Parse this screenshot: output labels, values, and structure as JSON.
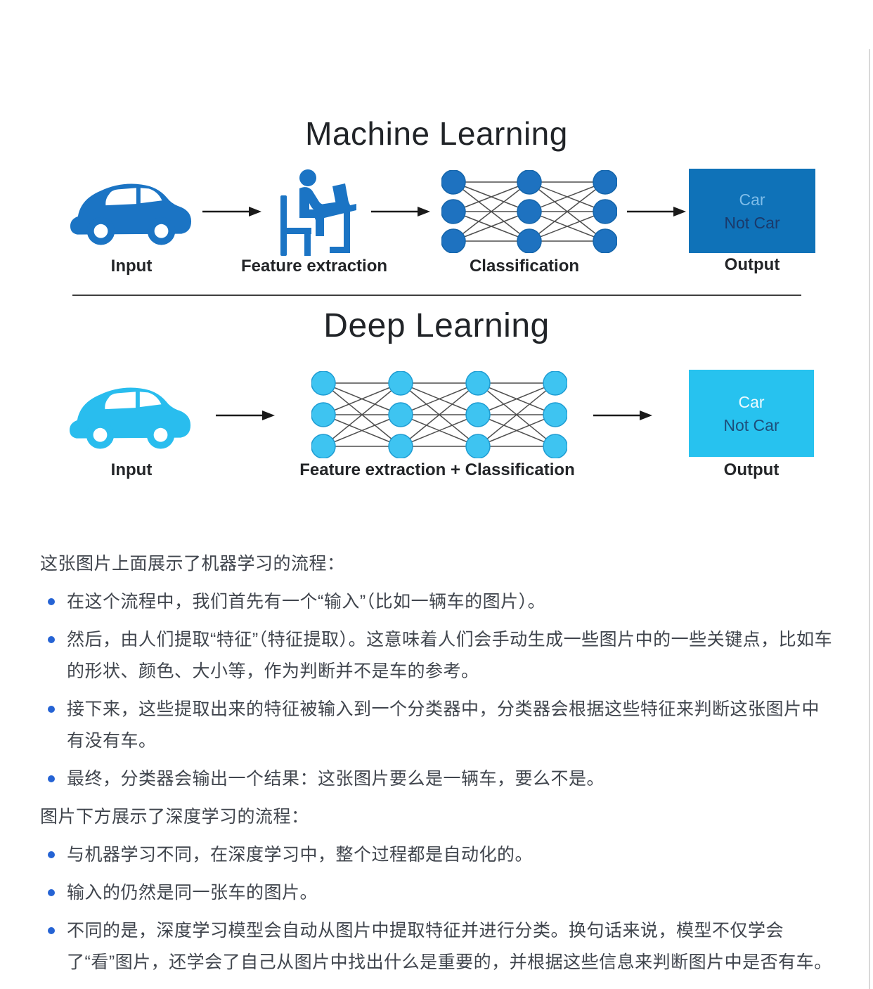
{
  "colors": {
    "ml-blue": "#1b74c4",
    "ml-node": "#1e72c0",
    "ml-node-stroke": "#1565aa",
    "ml-box": "#0f72b8",
    "ml-car-text": "#7fbde9",
    "ml-notcar-text": "#1a3a6b",
    "dl-cyan": "#29bdee",
    "dl-node": "#3ec4f1",
    "dl-node-stroke": "#1f9cd2",
    "dl-box": "#27c2ef",
    "dl-car-text": "#ecfafe",
    "dl-notcar-text": "#1d4e7a",
    "edge": "#4f4f4f",
    "arrow": "#1a1a1a",
    "title": "#212428",
    "label": "#232528",
    "body-text": "#40454d",
    "bullet": "#2563d4",
    "divider": "#3f3f3f",
    "page-edge": "#d9d9d9"
  },
  "diagram": {
    "ml": {
      "title": "Machine Learning",
      "input_label": "Input",
      "feature_label": "Feature extraction",
      "classification_label": "Classification",
      "output_label": "Output",
      "output_lines": [
        "Car",
        "Not Car"
      ],
      "network": {
        "layers": [
          3,
          3,
          3
        ],
        "node_color": "ml-node",
        "node_stroke": "ml-node-stroke",
        "edge_color": "edge"
      }
    },
    "dl": {
      "title": "Deep Learning",
      "input_label": "Input",
      "feature_label": "Feature extraction + Classification",
      "output_label": "Output",
      "output_lines": [
        "Car",
        "Not Car"
      ],
      "network": {
        "layers": [
          3,
          3,
          3,
          3
        ],
        "node_color": "dl-node",
        "node_stroke": "dl-node-stroke",
        "edge_color": "edge"
      }
    }
  },
  "article": {
    "ml_intro": "这张图片上面展示了机器学习的流程：",
    "ml_bullets": [
      "在这个流程中，我们首先有一个“输入”（比如一辆车的图片）。",
      "然后，由人们提取“特征”（特征提取）。这意味着人们会手动生成一些图片中的一些关键点，比如车的形状、颜色、大小等，作为判断并不是车的参考。",
      "接下来，这些提取出来的特征被输入到一个分类器中，分类器会根据这些特征来判断这张图片中有没有车。",
      "最终，分类器会输出一个结果：这张图片要么是一辆车，要么不是。"
    ],
    "dl_intro": "图片下方展示了深度学习的流程：",
    "dl_bullets": [
      "与机器学习不同，在深度学习中，整个过程都是自动化的。",
      "输入的仍然是同一张车的图片。",
      "不同的是，深度学习模型会自动从图片中提取特征并进行分类。换句话来说，模型不仅学会了“看”图片，还学会了自己从图片中找出什么是重要的，并根据这些信息来判断图片中是否有车。"
    ]
  }
}
